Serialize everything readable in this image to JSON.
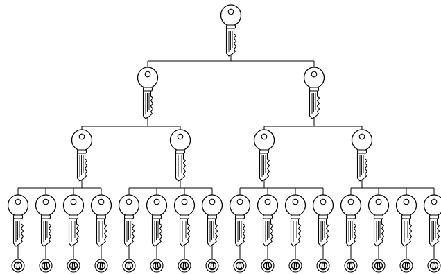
{
  "diagram": {
    "type": "master-key-hierarchy",
    "levels": [
      {
        "level": 0,
        "count": 1,
        "item_icon": "key-icon"
      },
      {
        "level": 1,
        "count": 2,
        "item_icon": "key-icon"
      },
      {
        "level": 2,
        "count": 4,
        "item_icon": "key-icon"
      },
      {
        "level": 3,
        "count": 16,
        "item_icon": "key-icon"
      },
      {
        "level": 4,
        "count": 16,
        "item_icon": "lock-cylinder-icon"
      }
    ],
    "children_per_node": [
      2,
      2,
      4,
      1
    ],
    "line_color": "#000000",
    "background": "#ffffff"
  }
}
